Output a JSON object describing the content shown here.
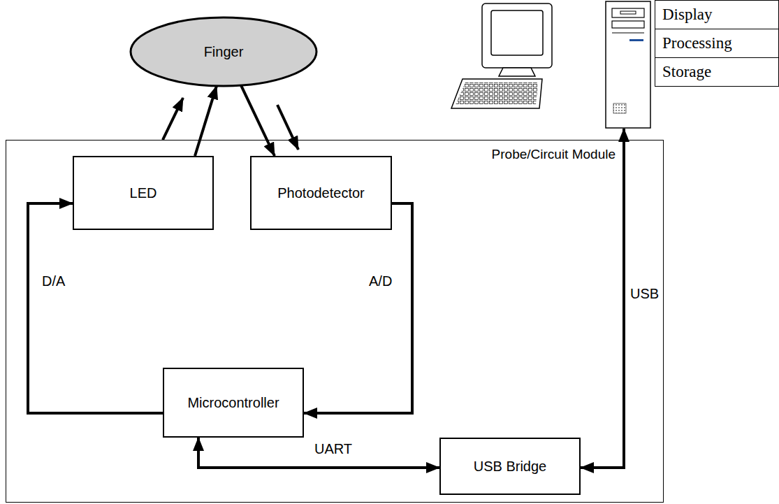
{
  "diagram": {
    "nodes": [
      {
        "text": [
          "Finger"
        ]
      },
      {
        "text": [
          "Probe/Circuit Module"
        ]
      },
      {
        "text": [
          "LED"
        ],
        "in": 1
      },
      {
        "text": [
          "Photodetector"
        ],
        "in": 1
      },
      {
        "text": [
          "Microcontroller"
        ],
        "in": 1
      },
      {
        "text": [
          "USB Bridge"
        ],
        "in": 1
      },
      {
        "text": [
          "Display",
          "Processing",
          "Storage"
        ]
      }
    ],
    "edges": [
      {
        "from": 2,
        "to": 0,
        "arrow": "to"
      },
      {
        "from": 0,
        "to": 3,
        "arrow": "to"
      },
      {
        "from": 4,
        "to": 2,
        "label": "D/A",
        "arrow": "to"
      },
      {
        "from": 3,
        "to": 4,
        "label": "A/D",
        "arrow": "to"
      },
      {
        "from": 4,
        "to": 5,
        "label": "UART",
        "arrow": "both"
      },
      {
        "from": 5,
        "to": 6,
        "label": "USB",
        "arrow": "both"
      }
    ]
  }
}
